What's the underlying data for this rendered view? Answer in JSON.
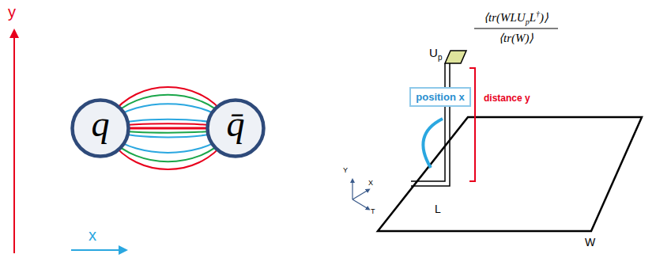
{
  "diagram": {
    "nodes": [
      {
        "text": [
          "q"
        ]
      },
      {
        "text": [
          "q̄"
        ]
      },
      {
        "text": [
          "position x"
        ]
      }
    ],
    "edges": [
      {
        "from": 0,
        "to": 1,
        "arrow": "none"
      }
    ],
    "labels": [
      "y",
      "x",
      "⟨tr(WLU",
      "p",
      "L",
      "†",
      ")⟩",
      "⟨tr(W)⟩",
      "U",
      "p",
      "distance y",
      "Y",
      "X",
      "T",
      "L",
      "W"
    ]
  }
}
